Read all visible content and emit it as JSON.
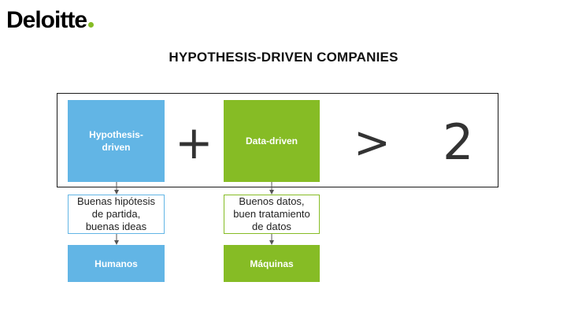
{
  "header": {
    "logo_text": "Deloitte",
    "logo_dot_color": "#86bc25"
  },
  "title": "HYPOTHESIS-DRIVEN COMPANIES",
  "equation": {
    "left_block": "Hypothesis-\ndriven",
    "plus": "+",
    "right_block": "Data-driven",
    "greater": ">",
    "result": "2"
  },
  "columns": [
    {
      "note": "Buenas hipótesis\nde partida,\nbuenas ideas",
      "output": "Humanos",
      "color": "#62b5e5"
    },
    {
      "note": "Buenos datos,\nbuen tratamiento\nde datos",
      "output": "Máquinas",
      "color": "#86bc25"
    }
  ]
}
